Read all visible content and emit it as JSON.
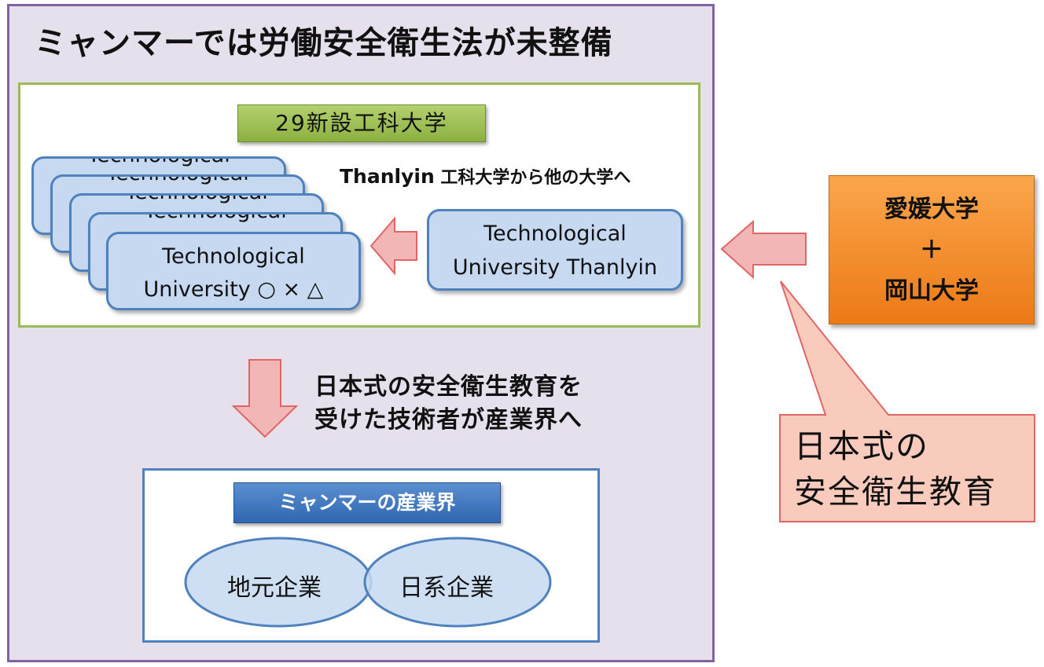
{
  "title": "ミャンマーでは労働安全衛生法が未整備",
  "universities": {
    "label": "29新設工科大学",
    "stack_card_text": "Technological",
    "front_card": {
      "line1": "Technological",
      "line2": "University ○ × △"
    },
    "thanlyin_caption_prefix": "Thanlyin",
    "thanlyin_caption_rest": " 工科大学から他の大学へ",
    "thanlyin_card": {
      "line1": "Technological",
      "line2": "University Thanlyin"
    }
  },
  "education_flow": {
    "line1": "日本式の安全衛生教育を",
    "line2": "受けた技術者が産業界へ"
  },
  "industry": {
    "label": "ミャンマーの産業界",
    "local": "地元企業",
    "japanese": "日系企業"
  },
  "partners": {
    "line1": "愛媛大学",
    "line2": "＋",
    "line3": "岡山大学"
  },
  "callout": {
    "line1": "日本式の",
    "line2": "安全衛生教育"
  },
  "colors": {
    "panel_bg": "#e6e0ec",
    "panel_border": "#8064a2",
    "green_box": "#9bbb59",
    "card_fill": "#c6d9f1",
    "card_border": "#4f81bd",
    "arrow_fill": "#f2b6b6",
    "arrow_border": "#e06666",
    "orange": "#f79646",
    "industry_label": "#2f67b1",
    "callout_fill": "#f9cbbd"
  }
}
